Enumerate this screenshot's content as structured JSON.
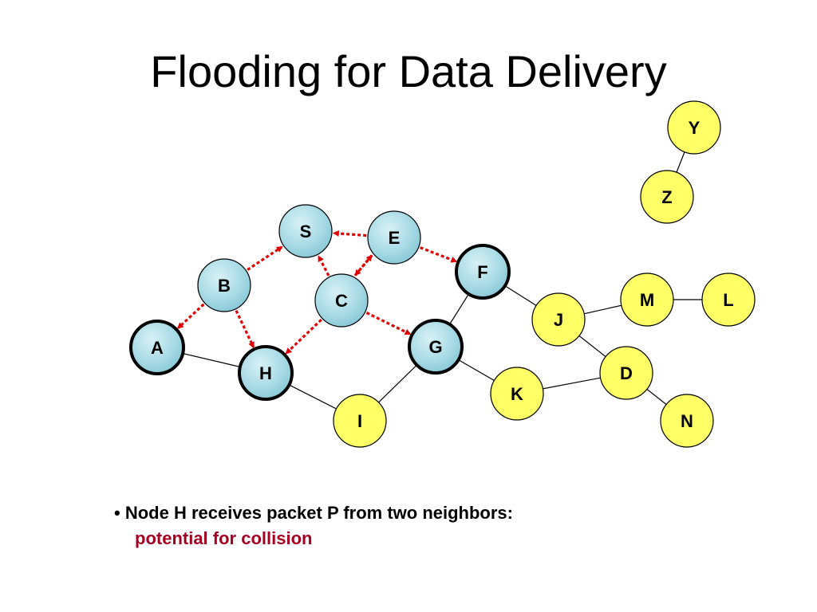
{
  "slide": {
    "title": "Flooding for Data Delivery"
  },
  "colors": {
    "covered_fill": "#a9dbe6",
    "uncovered_fill": "#ffff66",
    "arrow": "#e00000",
    "edge": "#000000",
    "caption_highlight": "#a50021"
  },
  "nodes": [
    {
      "id": "S",
      "label": "S",
      "state": "covered",
      "bold_border": false
    },
    {
      "id": "E",
      "label": "E",
      "state": "covered",
      "bold_border": false
    },
    {
      "id": "B",
      "label": "B",
      "state": "covered",
      "bold_border": false
    },
    {
      "id": "C",
      "label": "C",
      "state": "covered",
      "bold_border": false
    },
    {
      "id": "A",
      "label": "A",
      "state": "covered",
      "bold_border": true
    },
    {
      "id": "H",
      "label": "H",
      "state": "covered",
      "bold_border": true
    },
    {
      "id": "G",
      "label": "G",
      "state": "covered",
      "bold_border": true
    },
    {
      "id": "F",
      "label": "F",
      "state": "covered",
      "bold_border": true
    },
    {
      "id": "I",
      "label": "I",
      "state": "uncovered",
      "bold_border": false
    },
    {
      "id": "K",
      "label": "K",
      "state": "uncovered",
      "bold_border": false
    },
    {
      "id": "J",
      "label": "J",
      "state": "uncovered",
      "bold_border": false
    },
    {
      "id": "D",
      "label": "D",
      "state": "uncovered",
      "bold_border": false
    },
    {
      "id": "N",
      "label": "N",
      "state": "uncovered",
      "bold_border": false
    },
    {
      "id": "M",
      "label": "M",
      "state": "uncovered",
      "bold_border": false
    },
    {
      "id": "L",
      "label": "L",
      "state": "uncovered",
      "bold_border": false
    },
    {
      "id": "Z",
      "label": "Z",
      "state": "uncovered",
      "bold_border": false
    },
    {
      "id": "Y",
      "label": "Y",
      "state": "uncovered",
      "bold_border": false
    }
  ],
  "links": [
    [
      "A",
      "H"
    ],
    [
      "H",
      "I"
    ],
    [
      "I",
      "G"
    ],
    [
      "G",
      "F"
    ],
    [
      "G",
      "K"
    ],
    [
      "F",
      "J"
    ],
    [
      "J",
      "M"
    ],
    [
      "M",
      "L"
    ],
    [
      "J",
      "D"
    ],
    [
      "K",
      "D"
    ],
    [
      "D",
      "N"
    ],
    [
      "Y",
      "Z"
    ]
  ],
  "transmissions": [
    [
      "B",
      "S"
    ],
    [
      "E",
      "S"
    ],
    [
      "E",
      "C"
    ],
    [
      "C",
      "E"
    ],
    [
      "C",
      "S"
    ],
    [
      "B",
      "A"
    ],
    [
      "B",
      "H"
    ],
    [
      "C",
      "H"
    ],
    [
      "C",
      "G"
    ],
    [
      "E",
      "F"
    ]
  ],
  "caption": {
    "bullet": "•",
    "line1": "Node H receives packet P from two neighbors:",
    "line2": "potential for collision"
  }
}
